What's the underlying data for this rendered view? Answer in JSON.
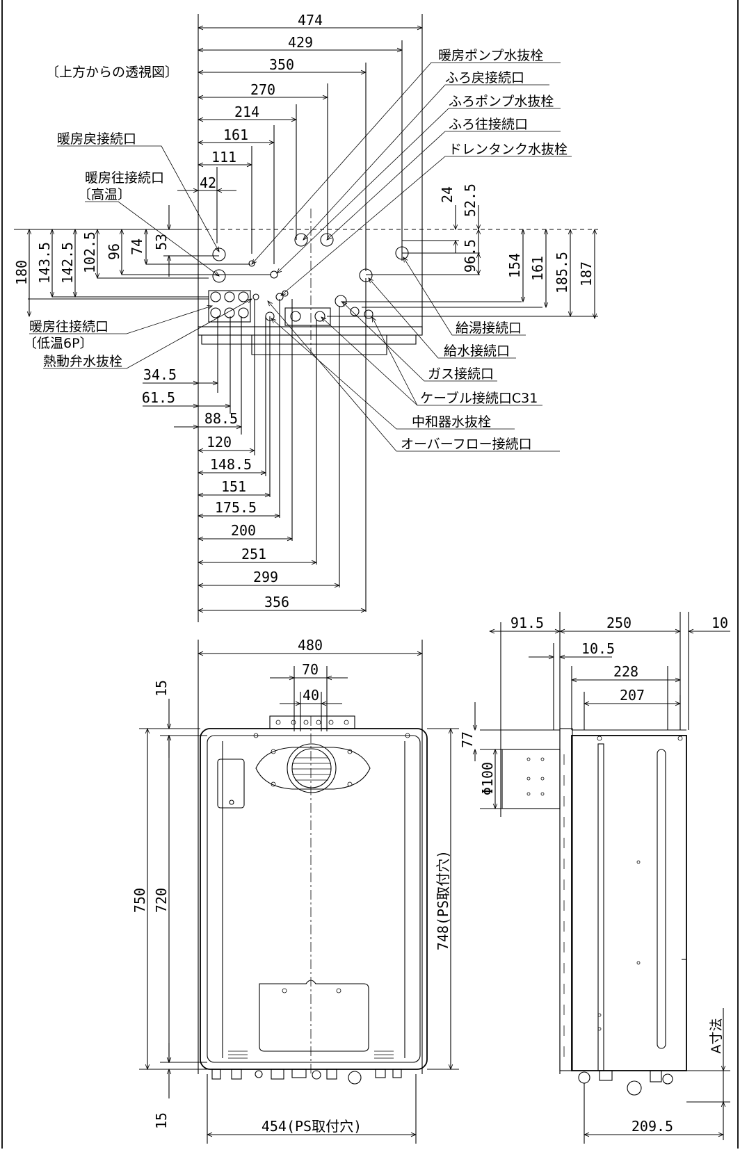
{
  "top_view": {
    "title": "〔上方からの透視図〕",
    "horizontal_dims_top": [
      "474",
      "429",
      "350",
      "270",
      "214",
      "161",
      "111",
      "42"
    ],
    "vertical_dims_left": [
      "180",
      "143.5",
      "142.5",
      "102.5",
      "96",
      "74",
      "53"
    ],
    "vertical_dims_right": [
      "24",
      "52.5",
      "96.5",
      "154",
      "161",
      "185.5",
      "187"
    ],
    "horizontal_dims_bottom": [
      "34.5",
      "61.5",
      "88.5",
      "120",
      "148.5",
      "151",
      "175.5",
      "200",
      "251",
      "299",
      "356"
    ],
    "labels": {
      "heating_pump_drain": "暖房ポンプ水抜栓",
      "bath_return": "ふろ戻接続口",
      "bath_pump_drain": "ふろポンプ水抜栓",
      "bath_supply": "ふろ往接続口",
      "drain_tank_drain": "ドレンタンク水抜栓",
      "heating_return": "暖房戻接続口",
      "heating_supply_high": "暖房往接続口",
      "heating_supply_high_note": "〔高温〕",
      "heating_supply_low": "暖房往接続口",
      "heating_supply_low_note": "〔低温6P〕",
      "thermal_valve_drain": "熱動弁水抜栓",
      "hot_water_supply": "給湯接続口",
      "water_supply": "給水接続口",
      "gas": "ガス接続口",
      "cable": "ケーブル接続口C31",
      "neutralizer_drain": "中和器水抜栓",
      "overflow": "オーバーフロー接続口"
    }
  },
  "front_view": {
    "width": "480",
    "bracket_70": "70",
    "bracket_40": "40",
    "top_margin": "15",
    "height_total": "750",
    "height_body": "720",
    "ps_height": "748(PS取付穴)",
    "bottom_margin": "15",
    "ps_width": "454(PS取付穴)"
  },
  "side_view": {
    "d91_5": "91.5",
    "d250": "250",
    "d10": "10",
    "d10_5": "10.5",
    "d228": "228",
    "d207": "207",
    "d77": "77",
    "phi100": "Φ100",
    "a_dim": "A寸法",
    "d209_5": "209.5"
  }
}
